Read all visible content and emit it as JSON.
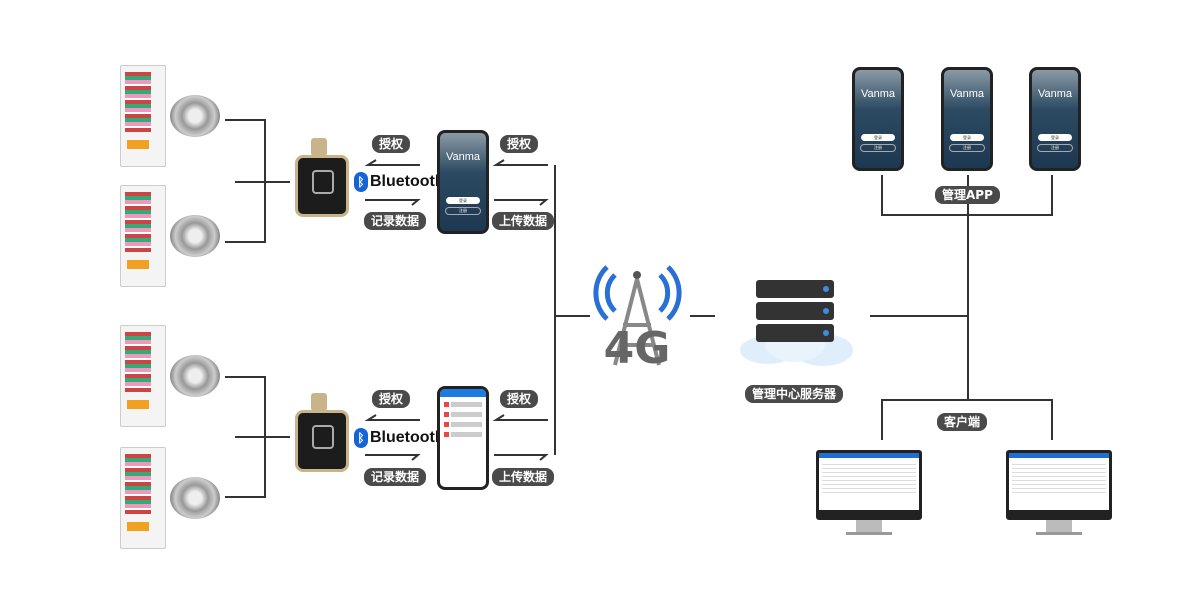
{
  "labels": {
    "authorize": "授权",
    "record_data": "记录数据",
    "upload_data": "上传数据",
    "bluetooth": "Bluetooth",
    "network": "4G",
    "server": "管理中心服务器",
    "mgmt_app": "管理APP",
    "client": "客户端"
  },
  "phone": {
    "brand": "Vanma",
    "login": "登录",
    "register": "注册"
  },
  "colors": {
    "label_bg": "#4a4a4a",
    "bluetooth": "#1565d8",
    "line": "#333333"
  }
}
